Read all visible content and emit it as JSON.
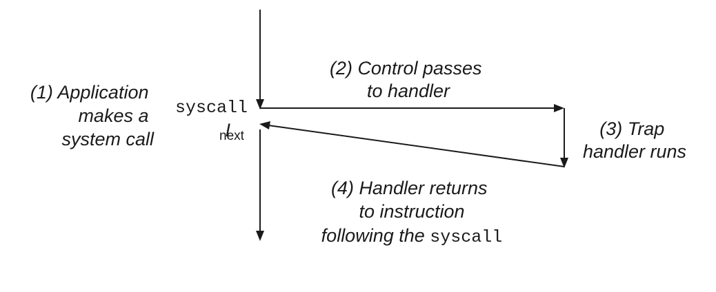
{
  "steps": {
    "step1": [
      "(1) Application",
      "makes a",
      "system call"
    ],
    "step2": [
      "(2) Control passes",
      "to handler"
    ],
    "step3": [
      "(3) Trap",
      "handler runs"
    ],
    "step4": {
      "line1": "(4) Handler returns",
      "line2": "to instruction",
      "line3_text": "following the ",
      "line3_code": "syscall"
    }
  },
  "instructions": {
    "syscall": "syscall",
    "inext_main": "I",
    "inext_sub": "next"
  },
  "colors": {
    "ink": "#1a1a1a",
    "background": "#ffffff"
  }
}
